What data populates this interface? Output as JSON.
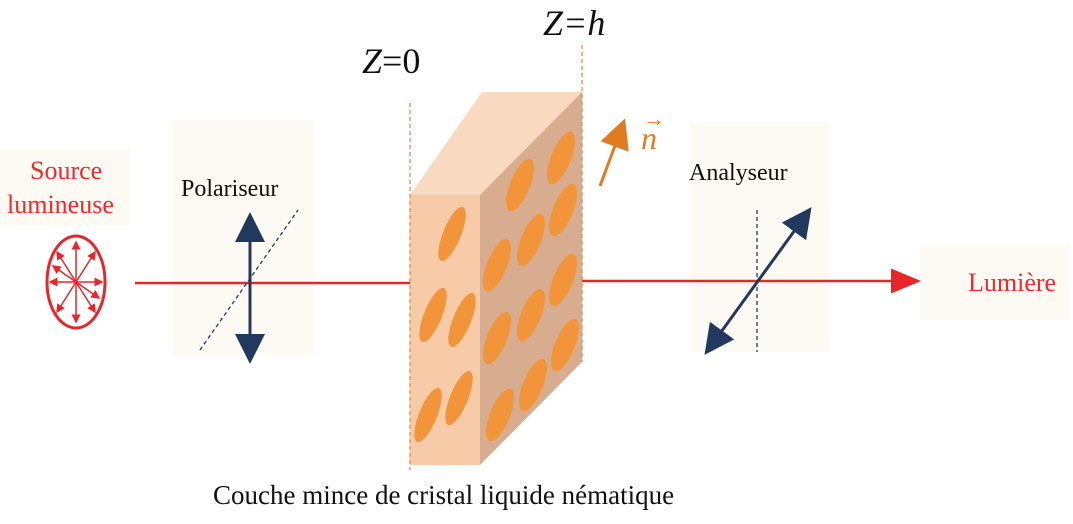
{
  "labels": {
    "source_line1": "Source",
    "source_line2": "lumineuse",
    "polariseur": "Polariseur",
    "analyseur": "Analyseur",
    "lumiere": "Lumière",
    "z0_var": "Z",
    "z0_eq": "=0",
    "zh_var": "Z",
    "zh_eq": "=h",
    "director": "n",
    "caption": "Couche mince de cristal liquide nématique"
  },
  "colors": {
    "beam": "#e8262a",
    "polarizer": "#22395e",
    "director": "#e07b20",
    "slab_front": "#f7cba8",
    "slab_top": "#f9d9bf",
    "slab_side": "#d8ad8f",
    "molecule": "#f2953a",
    "boundary": "#f08a4b"
  },
  "icons": {
    "source": "unpolarized-light-icon",
    "polariseur": "vertical-polarizer-icon",
    "analyseur": "diagonal-analyzer-icon",
    "director": "director-vector-icon"
  }
}
